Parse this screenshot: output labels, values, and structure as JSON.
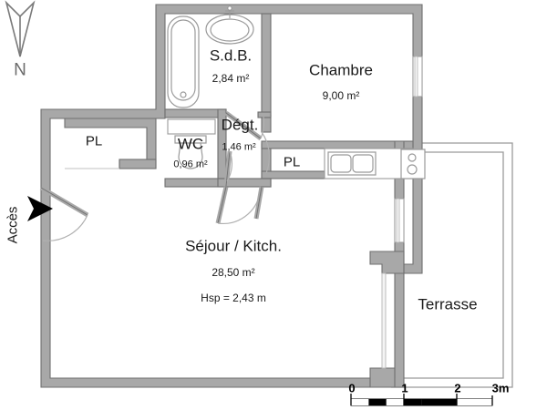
{
  "plan": {
    "title": "Floor plan",
    "compass": {
      "label": "N",
      "icon": "north-arrow-icon",
      "direction": "down"
    },
    "access": {
      "label": "Accès",
      "icon": "access-arrow-icon"
    },
    "colors": {
      "wall_fill": "#a8a8a8",
      "wall_stroke": "#6f6f6f",
      "fixture_stroke": "#9a9a9a",
      "text": "#1a1a1a",
      "compass_stroke": "#7a7a7a",
      "terrace_stroke": "#9a9a9a"
    },
    "rooms": [
      {
        "id": "sdb",
        "name": "S.d.B.",
        "area": "2,84 m²",
        "extra": ""
      },
      {
        "id": "chambre",
        "name": "Chambre",
        "area": "9,00 m²",
        "extra": ""
      },
      {
        "id": "degt",
        "name": "Dégt.",
        "area": "1,46 m²",
        "extra": ""
      },
      {
        "id": "wc",
        "name": "WC",
        "area": "0,96 m²",
        "extra": ""
      },
      {
        "id": "sejour",
        "name": "Séjour / Kitch.",
        "area": "28,50 m²",
        "extra": "Hsp = 2,43 m"
      },
      {
        "id": "terrasse",
        "name": "Terrasse",
        "area": "",
        "extra": ""
      }
    ],
    "closets": [
      {
        "id": "pl-left",
        "label": "PL"
      },
      {
        "id": "pl-right",
        "label": "PL"
      }
    ],
    "fixtures": [
      {
        "id": "bathtub",
        "name": "bathtub-fixture"
      },
      {
        "id": "sink",
        "name": "washbasin-fixture"
      },
      {
        "id": "toilet",
        "name": "toilet-fixture"
      },
      {
        "id": "kitchen-sink",
        "name": "kitchen-double-sink-fixture"
      },
      {
        "id": "cooktop",
        "name": "cooktop-fixture"
      }
    ],
    "scale_bar": {
      "ticks": [
        "0",
        "1",
        "2",
        "3m"
      ],
      "unit": "m",
      "total": 3
    }
  }
}
